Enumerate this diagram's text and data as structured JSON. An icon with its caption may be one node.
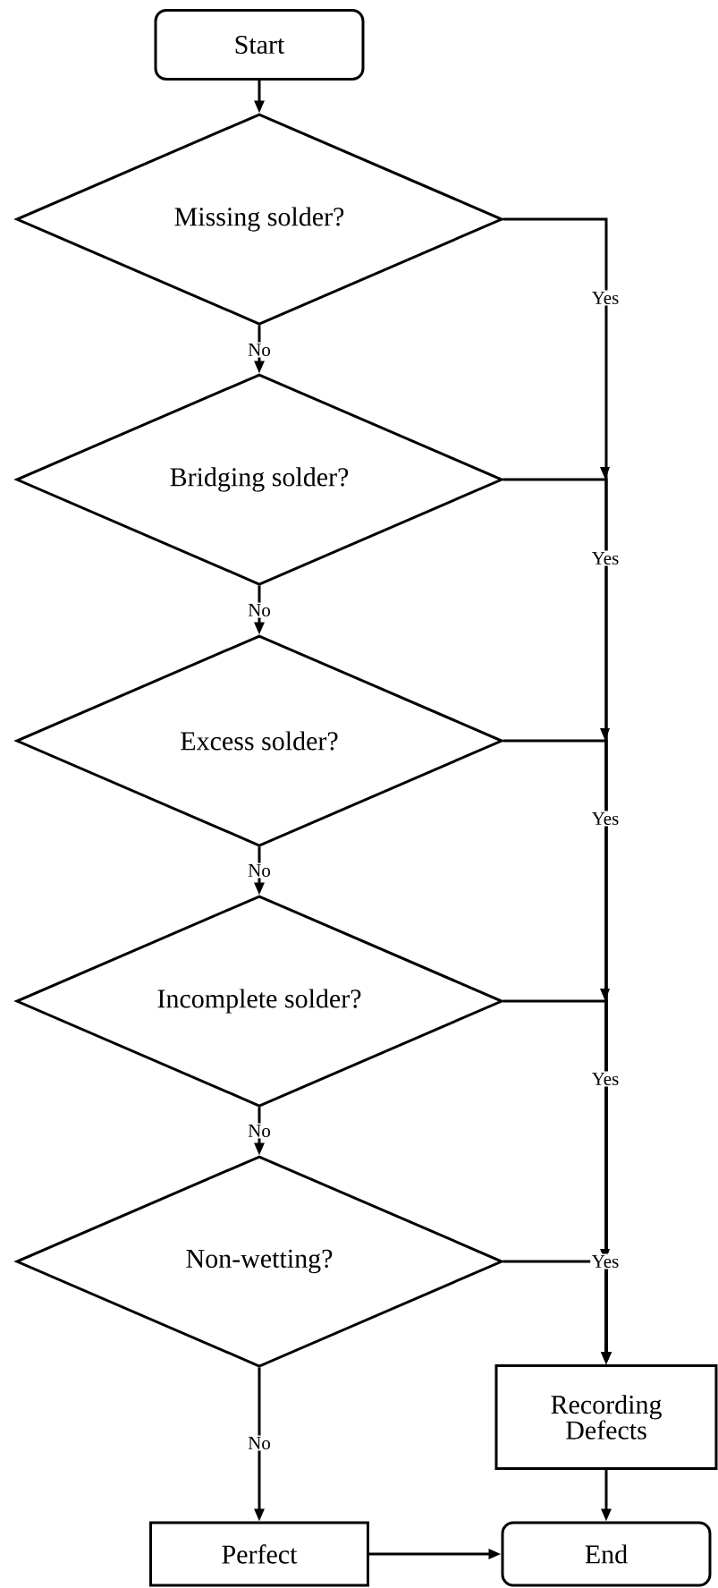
{
  "diagram": {
    "nodes": [
      {
        "text": [
          "Start"
        ]
      },
      {
        "text": [
          "Missing solder?"
        ]
      },
      {
        "text": [
          "Bridging solder?"
        ]
      },
      {
        "text": [
          "Excess solder?"
        ]
      },
      {
        "text": [
          "Incomplete solder?"
        ]
      },
      {
        "text": [
          "Non-wetting?"
        ]
      },
      {
        "text": [
          "Recording Defects"
        ]
      },
      {
        "text": [
          "Perfect"
        ]
      },
      {
        "text": [
          "End"
        ]
      }
    ],
    "edges": [
      {
        "from": 0,
        "to": 1,
        "arrow": "to"
      },
      {
        "from": 1,
        "to": 2,
        "arrow": "to",
        "label": "No"
      },
      {
        "from": 1,
        "to": 6,
        "arrow": "to",
        "label": "Yes"
      },
      {
        "from": 2,
        "to": 3,
        "arrow": "to",
        "label": "No"
      },
      {
        "from": 2,
        "to": 6,
        "arrow": "to",
        "label": "Yes"
      },
      {
        "from": 3,
        "to": 4,
        "arrow": "to",
        "label": "No"
      },
      {
        "from": 3,
        "to": 6,
        "arrow": "to",
        "label": "Yes"
      },
      {
        "from": 4,
        "to": 5,
        "arrow": "to",
        "label": "No"
      },
      {
        "from": 4,
        "to": 6,
        "arrow": "to",
        "label": "Yes"
      },
      {
        "from": 5,
        "to": 7,
        "arrow": "to",
        "label": "No"
      },
      {
        "from": 5,
        "to": 6,
        "arrow": "to",
        "label": "Yes"
      },
      {
        "from": 6,
        "to": 8,
        "arrow": "to"
      },
      {
        "from": 7,
        "to": 8,
        "arrow": "to"
      }
    ]
  }
}
